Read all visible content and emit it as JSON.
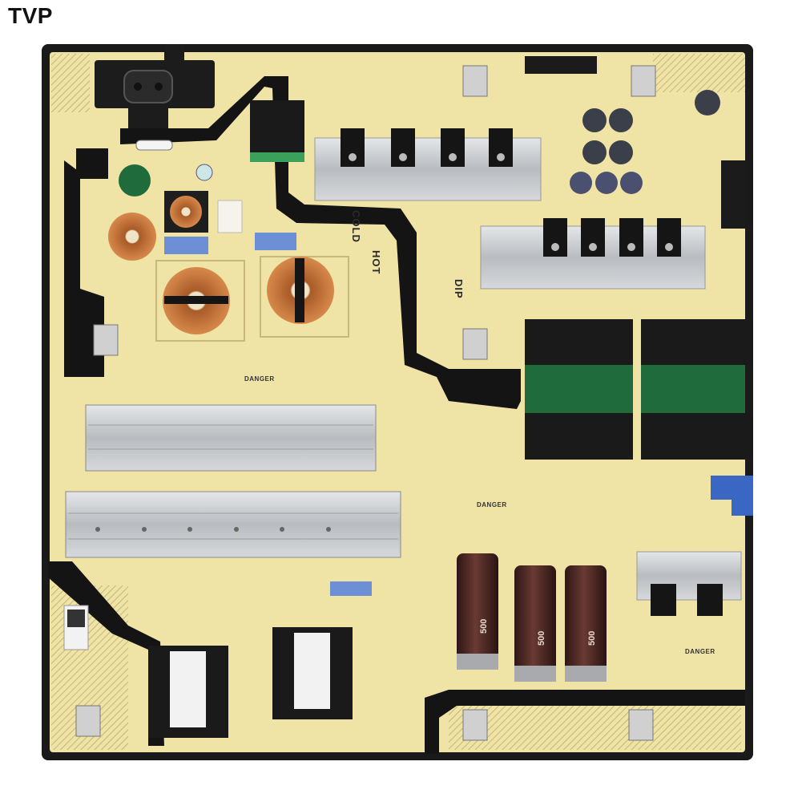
{
  "brand": {
    "logo_text": "TVP"
  },
  "board": {
    "silkscreen": {
      "cold": "COLD",
      "hot": "HOT",
      "dip": "DIP",
      "danger": "DANGER"
    },
    "capacitor_marking": "500"
  },
  "colors": {
    "pcb": "#efe3a6",
    "trace_black": "#141414",
    "heatsink": "#c9ccd0",
    "transformer_green": "#1f6b3c",
    "capacitor_brown": "#4a2723",
    "copper_coil": "#c2743a",
    "label_blue": "#6c8fd6"
  }
}
